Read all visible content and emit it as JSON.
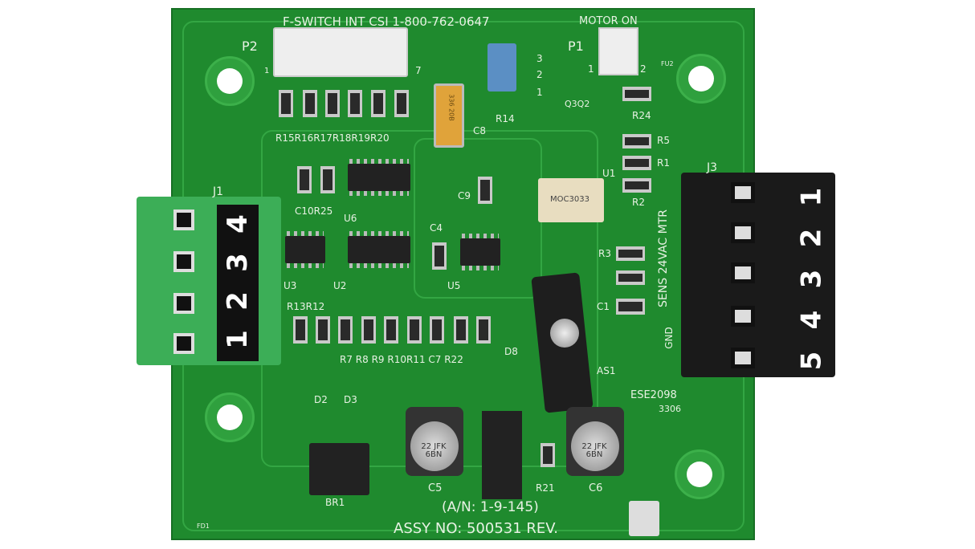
{
  "board": {
    "top_text": "F-SWITCH INT CSI 1-800-762-0647",
    "motor_on": "MOTOR ON",
    "an_text": "(A/N: 1-9-145)",
    "assy_text": "ASSY NO: 500531 REV.",
    "mark": "ESE2098",
    "date_code": "3306",
    "fd1": "FD1",
    "fd2": "FU2",
    "colors": {
      "pcb": "#1f8a2e",
      "left_terminal": "#3cae57",
      "right_terminal": "#1a1a1a",
      "silkscreen": "#e8f2e4"
    }
  },
  "labels": {
    "p1": "P1",
    "p2": "P2",
    "p2_pin1": "1",
    "p2_pin7": "7",
    "p1_pin1": "1",
    "p1_pin2": "2",
    "r14": "R14",
    "pot_pins": [
      "3",
      "2",
      "1"
    ],
    "c8": "C8",
    "q3q2": "Q3Q2",
    "r24": "R24",
    "r5": "R5",
    "r1": "R1",
    "r2": "R2",
    "u1": "U1",
    "r_row_top": "R15R16R17R18R19R20",
    "c9": "C9",
    "c10r25": "C10R25",
    "u6": "U6",
    "c4": "C4",
    "u3": "U3",
    "u2": "U2",
    "u5": "U5",
    "r3": "R3",
    "c1": "C1",
    "j1": "J1",
    "j3": "J3",
    "r_row_bottom": "R13R12",
    "r_row_bottom2": "R7 R8 R9 R10R11 C7 R22",
    "d8": "D8",
    "d2": "D2",
    "d3": "D3",
    "as1": "AS1",
    "c5": "C5",
    "c6": "C6",
    "r21": "R21",
    "br1": "BR1",
    "j3_side": "SENS 24VAC MTR",
    "gnd": "GND",
    "cap_marking": "22 JFK 6BN",
    "optocoupler": "MOC3033",
    "tantalum": "336 20B"
  },
  "left_terminal": {
    "numbers": [
      "4",
      "3",
      "2",
      "1"
    ]
  },
  "right_terminal": {
    "numbers": [
      "1",
      "2",
      "3",
      "4",
      "5"
    ]
  }
}
